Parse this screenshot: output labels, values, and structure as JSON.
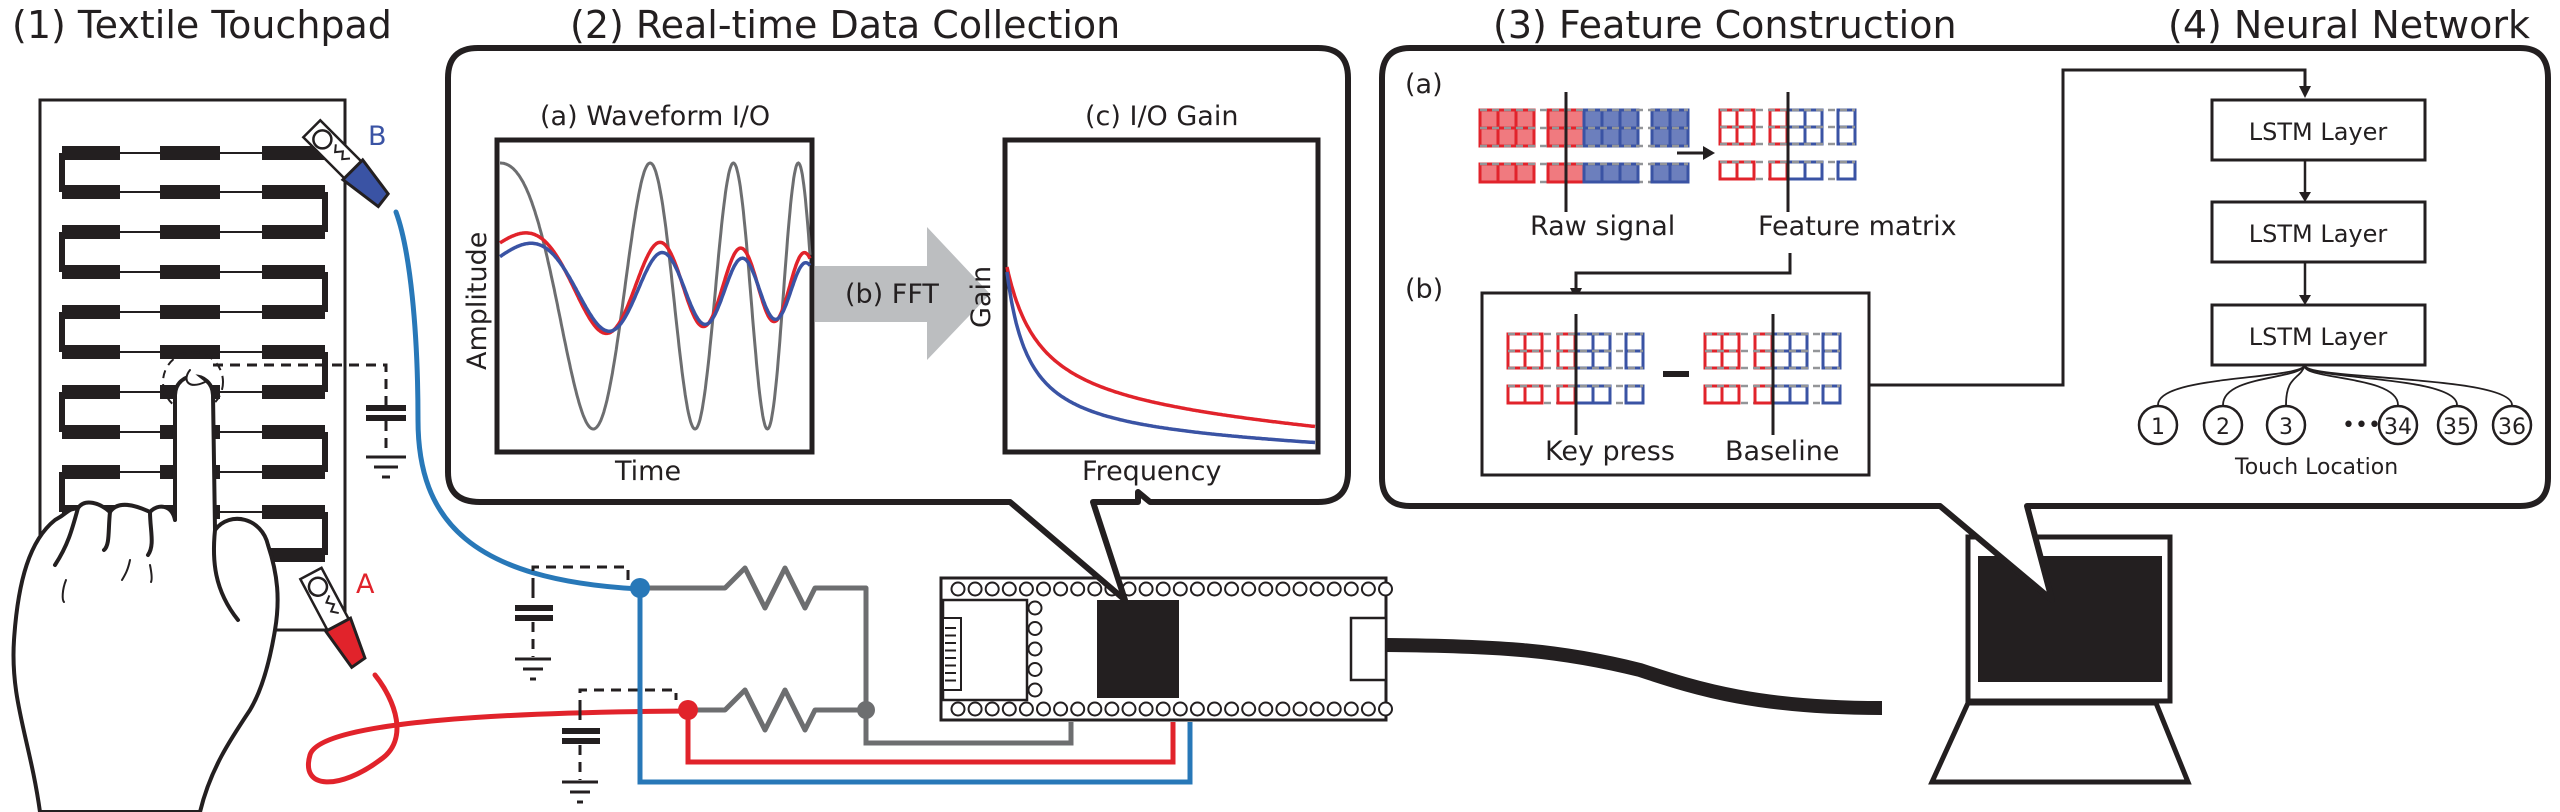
{
  "sections": {
    "touchpad": {
      "title": "(1) Textile Touchpad",
      "electrode_b": "B",
      "electrode_a": "A"
    },
    "data_collection": {
      "title": "(2) Real-time Data Collection",
      "waveform": {
        "title": "(a) Waveform I/O",
        "xlabel": "Time",
        "ylabel": "Amplitude"
      },
      "fft_arrow": "(b) FFT",
      "gain": {
        "title": "(c) I/O Gain",
        "xlabel": "Frequency",
        "ylabel": "Gain"
      }
    },
    "feature_construction": {
      "title": "(3) Feature Construction",
      "part_a": "(a)",
      "part_b": "(b)",
      "raw_signal": "Raw signal",
      "feature_matrix": "Feature matrix",
      "key_press": "Key press",
      "baseline": "Baseline",
      "minus": "–"
    },
    "neural_network": {
      "title": "(4) Neural Network",
      "layers": [
        "LSTM Layer",
        "LSTM Layer",
        "LSTM Layer"
      ],
      "outputs": [
        "1",
        "2",
        "3",
        "34",
        "35",
        "36"
      ],
      "ellipsis": "•••",
      "output_label": "Touch Location"
    }
  },
  "colors": {
    "red": "#e1232b",
    "red_fill": "#f07a7f",
    "blue": "#3a53a4",
    "blue_fill": "#6c7fbd",
    "wire_blue": "#2878b8",
    "gray": "#6d6e70",
    "arrow_gray": "#bcbec0",
    "ink": "#231f20"
  }
}
